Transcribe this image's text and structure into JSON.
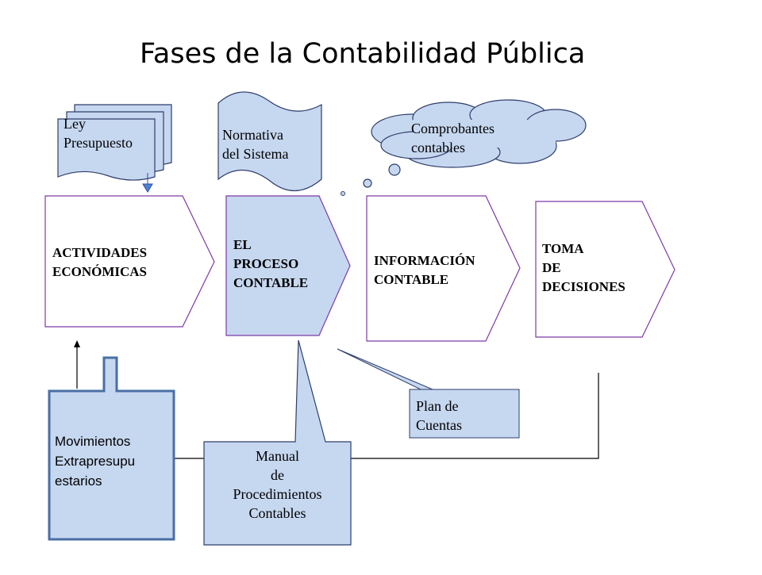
{
  "title": "Fases de la Contabilidad Pública",
  "nodes": {
    "ley": "Ley\nPresupuesto",
    "normativa": "Normativa\ndel Sistema",
    "comprobantes": "Comprobantes\ncontables",
    "actividades": "ACTIVIDADES\nECONÓMICAS",
    "proceso": "EL\n PROCESO\nCONTABLE",
    "informacion": "INFORMACIÓN\nCONTABLE",
    "toma": "TOMA\nDE\nDECISIONES",
    "plan": "Plan de\nCuentas",
    "movimientos": "Movimientos\nExtrapresupu\nestarios",
    "manual": "Manual\nde\nProcedimientos\nContables"
  },
  "colors": {
    "fill_blue": "#c6d7f0",
    "outline_purple": "#7e3aa6",
    "outline_navy": "#2f3e6b",
    "movimientos_border": "#4a6fa5"
  }
}
